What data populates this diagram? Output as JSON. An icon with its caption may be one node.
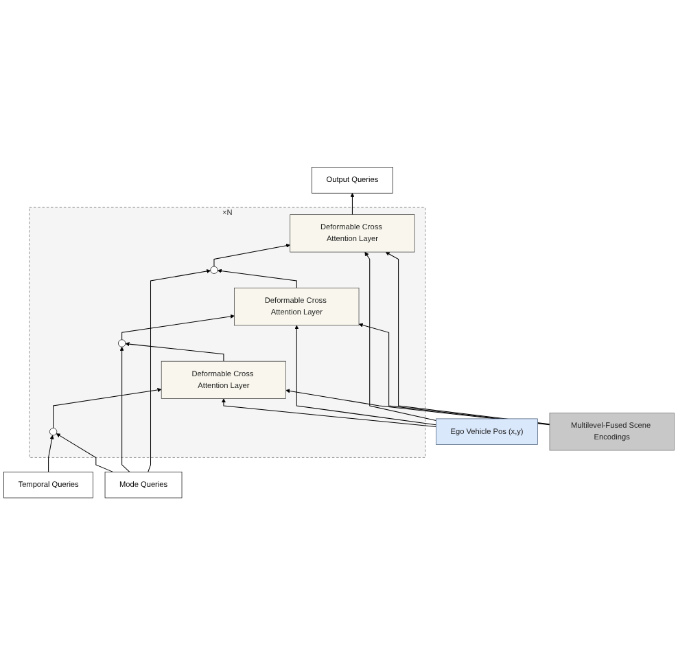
{
  "diagram": {
    "nodes": [
      {
        "text": [
          "Output Queries"
        ]
      },
      {
        "text": [],
        "shape": "box",
        "beside": [
          "×N"
        ]
      },
      {
        "text": [
          "Deformable Cross Attention Layer"
        ],
        "in": 1
      },
      {
        "text": [],
        "shape": "circle",
        "in": 1
      },
      {
        "text": [
          "Deformable Cross Attention Layer"
        ],
        "in": 1
      },
      {
        "text": [],
        "shape": "circle",
        "in": 1
      },
      {
        "text": [
          "Deformable Cross Attention Layer"
        ],
        "in": 1
      },
      {
        "text": [],
        "shape": "circle",
        "in": 1
      },
      {
        "text": [
          "Ego Vehicle Pos (x,y)"
        ]
      },
      {
        "text": [
          "Multilevel-Fused Scene Encodings"
        ]
      },
      {
        "text": [
          "Temporal Queries"
        ]
      },
      {
        "text": [
          "Mode Queries"
        ]
      }
    ],
    "edges": [
      {
        "from": 10,
        "to": 7,
        "arrow": "to"
      },
      {
        "from": 11,
        "to": 7,
        "arrow": "to"
      },
      {
        "from": 7,
        "to": 6,
        "arrow": "to"
      },
      {
        "from": 8,
        "to": 6,
        "arrow": "to"
      },
      {
        "from": 9,
        "to": 6,
        "arrow": "to"
      },
      {
        "from": 6,
        "to": 5,
        "arrow": "to"
      },
      {
        "from": 11,
        "to": 5,
        "arrow": "to"
      },
      {
        "from": 5,
        "to": 4,
        "arrow": "to"
      },
      {
        "from": 8,
        "to": 4,
        "arrow": "to"
      },
      {
        "from": 9,
        "to": 4,
        "arrow": "to"
      },
      {
        "from": 4,
        "to": 3,
        "arrow": "to"
      },
      {
        "from": 11,
        "to": 3,
        "arrow": "to"
      },
      {
        "from": 3,
        "to": 2,
        "arrow": "to"
      },
      {
        "from": 8,
        "to": 2,
        "arrow": "to"
      },
      {
        "from": 9,
        "to": 2,
        "arrow": "to"
      },
      {
        "from": 2,
        "to": 0,
        "arrow": "to"
      }
    ]
  }
}
